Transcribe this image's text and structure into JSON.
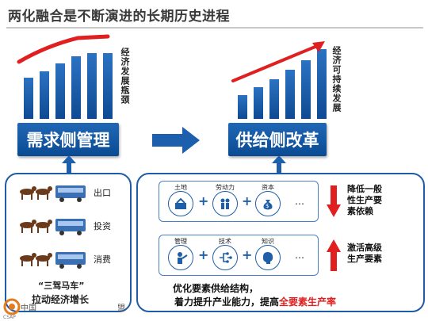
{
  "title": "两化融合是不断演进的长期历史进程",
  "left": {
    "side_label": "经济发展瓶颈",
    "main_label": "需求侧管理",
    "rows": [
      {
        "label": "出口"
      },
      {
        "label": "投资"
      },
      {
        "label": "消费"
      }
    ],
    "caption_line1": "“三驾马车”",
    "caption_line2": "拉动经济增长"
  },
  "right": {
    "side_label": "经济可持续发展",
    "main_label": "供给侧改革",
    "group1": {
      "factors": [
        "土地",
        "劳动力",
        "资本"
      ],
      "ellipsis": "…",
      "text_lines": [
        "降低一般",
        "性生产要",
        "素依赖"
      ]
    },
    "group2": {
      "factors": [
        "管理",
        "技术",
        "知识"
      ],
      "ellipsis": "…",
      "text_lines": [
        "激活高级",
        "生产要素"
      ]
    },
    "caption_line1": "优化要素供给结构，",
    "caption_line2_a": "着力提升产业能力，提高",
    "caption_line2_b": "全要素生产率"
  },
  "logo": {
    "text_left": "中国",
    "text_right": "盟",
    "sub": "CSAP"
  },
  "colors": {
    "accent_blue": "#1b5fad",
    "arrow_red": "#e02020",
    "bar_blue": "#1c5caa"
  }
}
